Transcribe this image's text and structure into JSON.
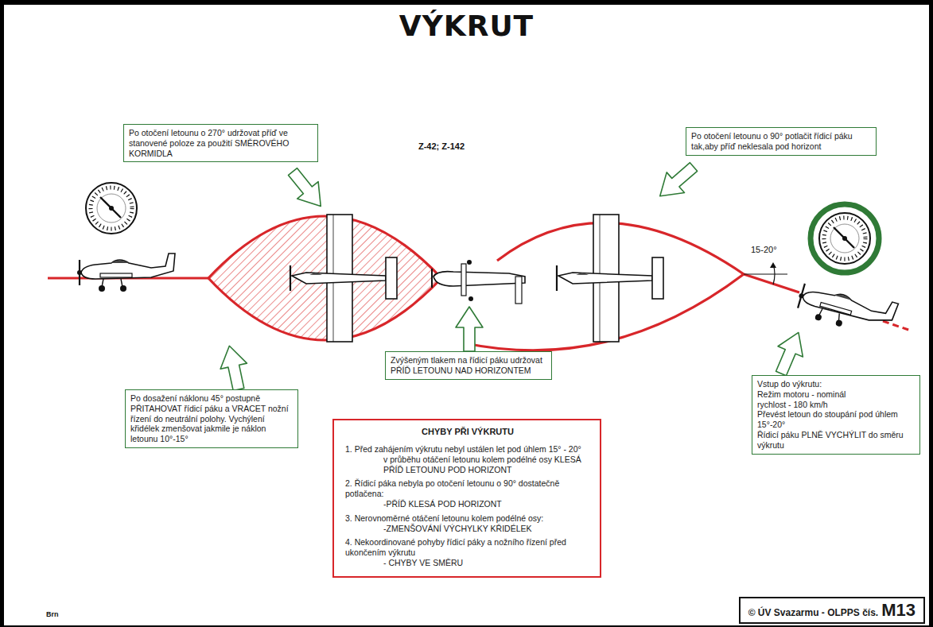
{
  "diagram": {
    "title": "VÝKRUT",
    "nodes": [
      {
        "text": [
          "Po otočení letounu o 270° udržovat příď ve stanovené poloze za použití SMĚROVÉHO KORMIDLA"
        ]
      },
      {
        "text": [
          "Po otočení letounu o 90° potlačit řídicí páku tak,aby příď neklesala pod horizont"
        ]
      },
      {
        "text": [
          "Po dosažení náklonu 45° postupně PŘITAHOVAT řídicí páku a VRACET nožní řízení do neutrální polohy. Vychýlení křidélek zmenšovat jakmile je náklon letounu 10°-15°"
        ]
      },
      {
        "text": [
          "Zvýšeným tlakem na řídicí páku udržovat PŘÍĎ LETOUNU NAD HORIZONTEM"
        ]
      },
      {
        "text": [
          "Vstup do výkrutu:",
          "Režim motoru - nominál",
          "rychlost - 180 km/h",
          "Převést letoun do stoupání pod úhlem 15°-20°",
          "Řídicí páku PLNĚ VYCHÝLIT do směru výkrutu"
        ]
      },
      {
        "text": [
          "CHYBY PŘI VÝKRUTU",
          "1. Před zahájením výkrutu nebyl ustálen let pod úhlem 15° - 20°",
          "v průběhu otáčení letounu kolem podélné osy KLESÁ PŘÍĎ LETOUNU POD HORIZONT",
          "2. Řídicí páka nebyla po otočení letounu o 90° dostatečně potlačena:",
          "-PŘÍĎ KLESÁ POD HORIZONT",
          "3. Nerovnoměrné otáčení letounu kolem podélné osy:",
          "-ZMENŠOVÁNÍ VÝCHYLKY KŘIDÉLEK",
          "4. Nekoordinované pohyby řídicí páky a nožního řízení před ukončením výkrutu",
          "- CHYBY VE SMĚRU"
        ]
      },
      {
        "text": [
          "© ÚV Svazarmu - OLPPS čís.",
          "M13"
        ]
      }
    ],
    "labels": [
      "Z-42; Z-142",
      "15-20°",
      "Brn"
    ]
  }
}
